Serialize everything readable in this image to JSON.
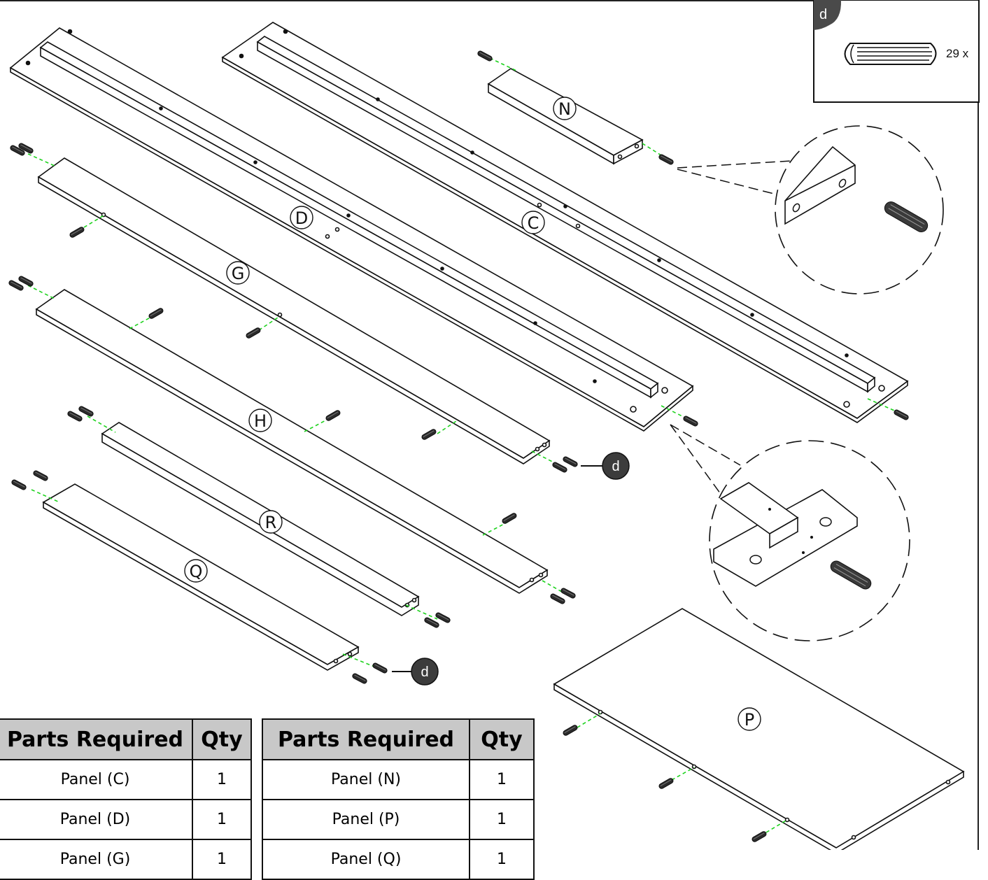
{
  "labels": {
    "C": "C",
    "D": "D",
    "G": "G",
    "H": "H",
    "N": "N",
    "P": "P",
    "Q": "Q",
    "R": "R"
  },
  "hardware": {
    "code": "d",
    "count_text": "29 x",
    "name": "dowel"
  },
  "callout_code": "d",
  "colors": {
    "dashed_line": "#1dd21d",
    "callout_fill": "#3c3c3c",
    "table_header": "#c8c8c8"
  },
  "parts_tables": [
    {
      "header": {
        "part": "Parts Required",
        "qty": "Qty"
      },
      "rows": [
        {
          "part": "Panel (C)",
          "qty": "1"
        },
        {
          "part": "Panel (D)",
          "qty": "1"
        },
        {
          "part": "Panel (G)",
          "qty": "1"
        }
      ]
    },
    {
      "header": {
        "part": "Parts Required",
        "qty": "Qty"
      },
      "rows": [
        {
          "part": "Panel (N)",
          "qty": "1"
        },
        {
          "part": "Panel (P)",
          "qty": "1"
        },
        {
          "part": "Panel (Q)",
          "qty": "1"
        }
      ]
    }
  ]
}
